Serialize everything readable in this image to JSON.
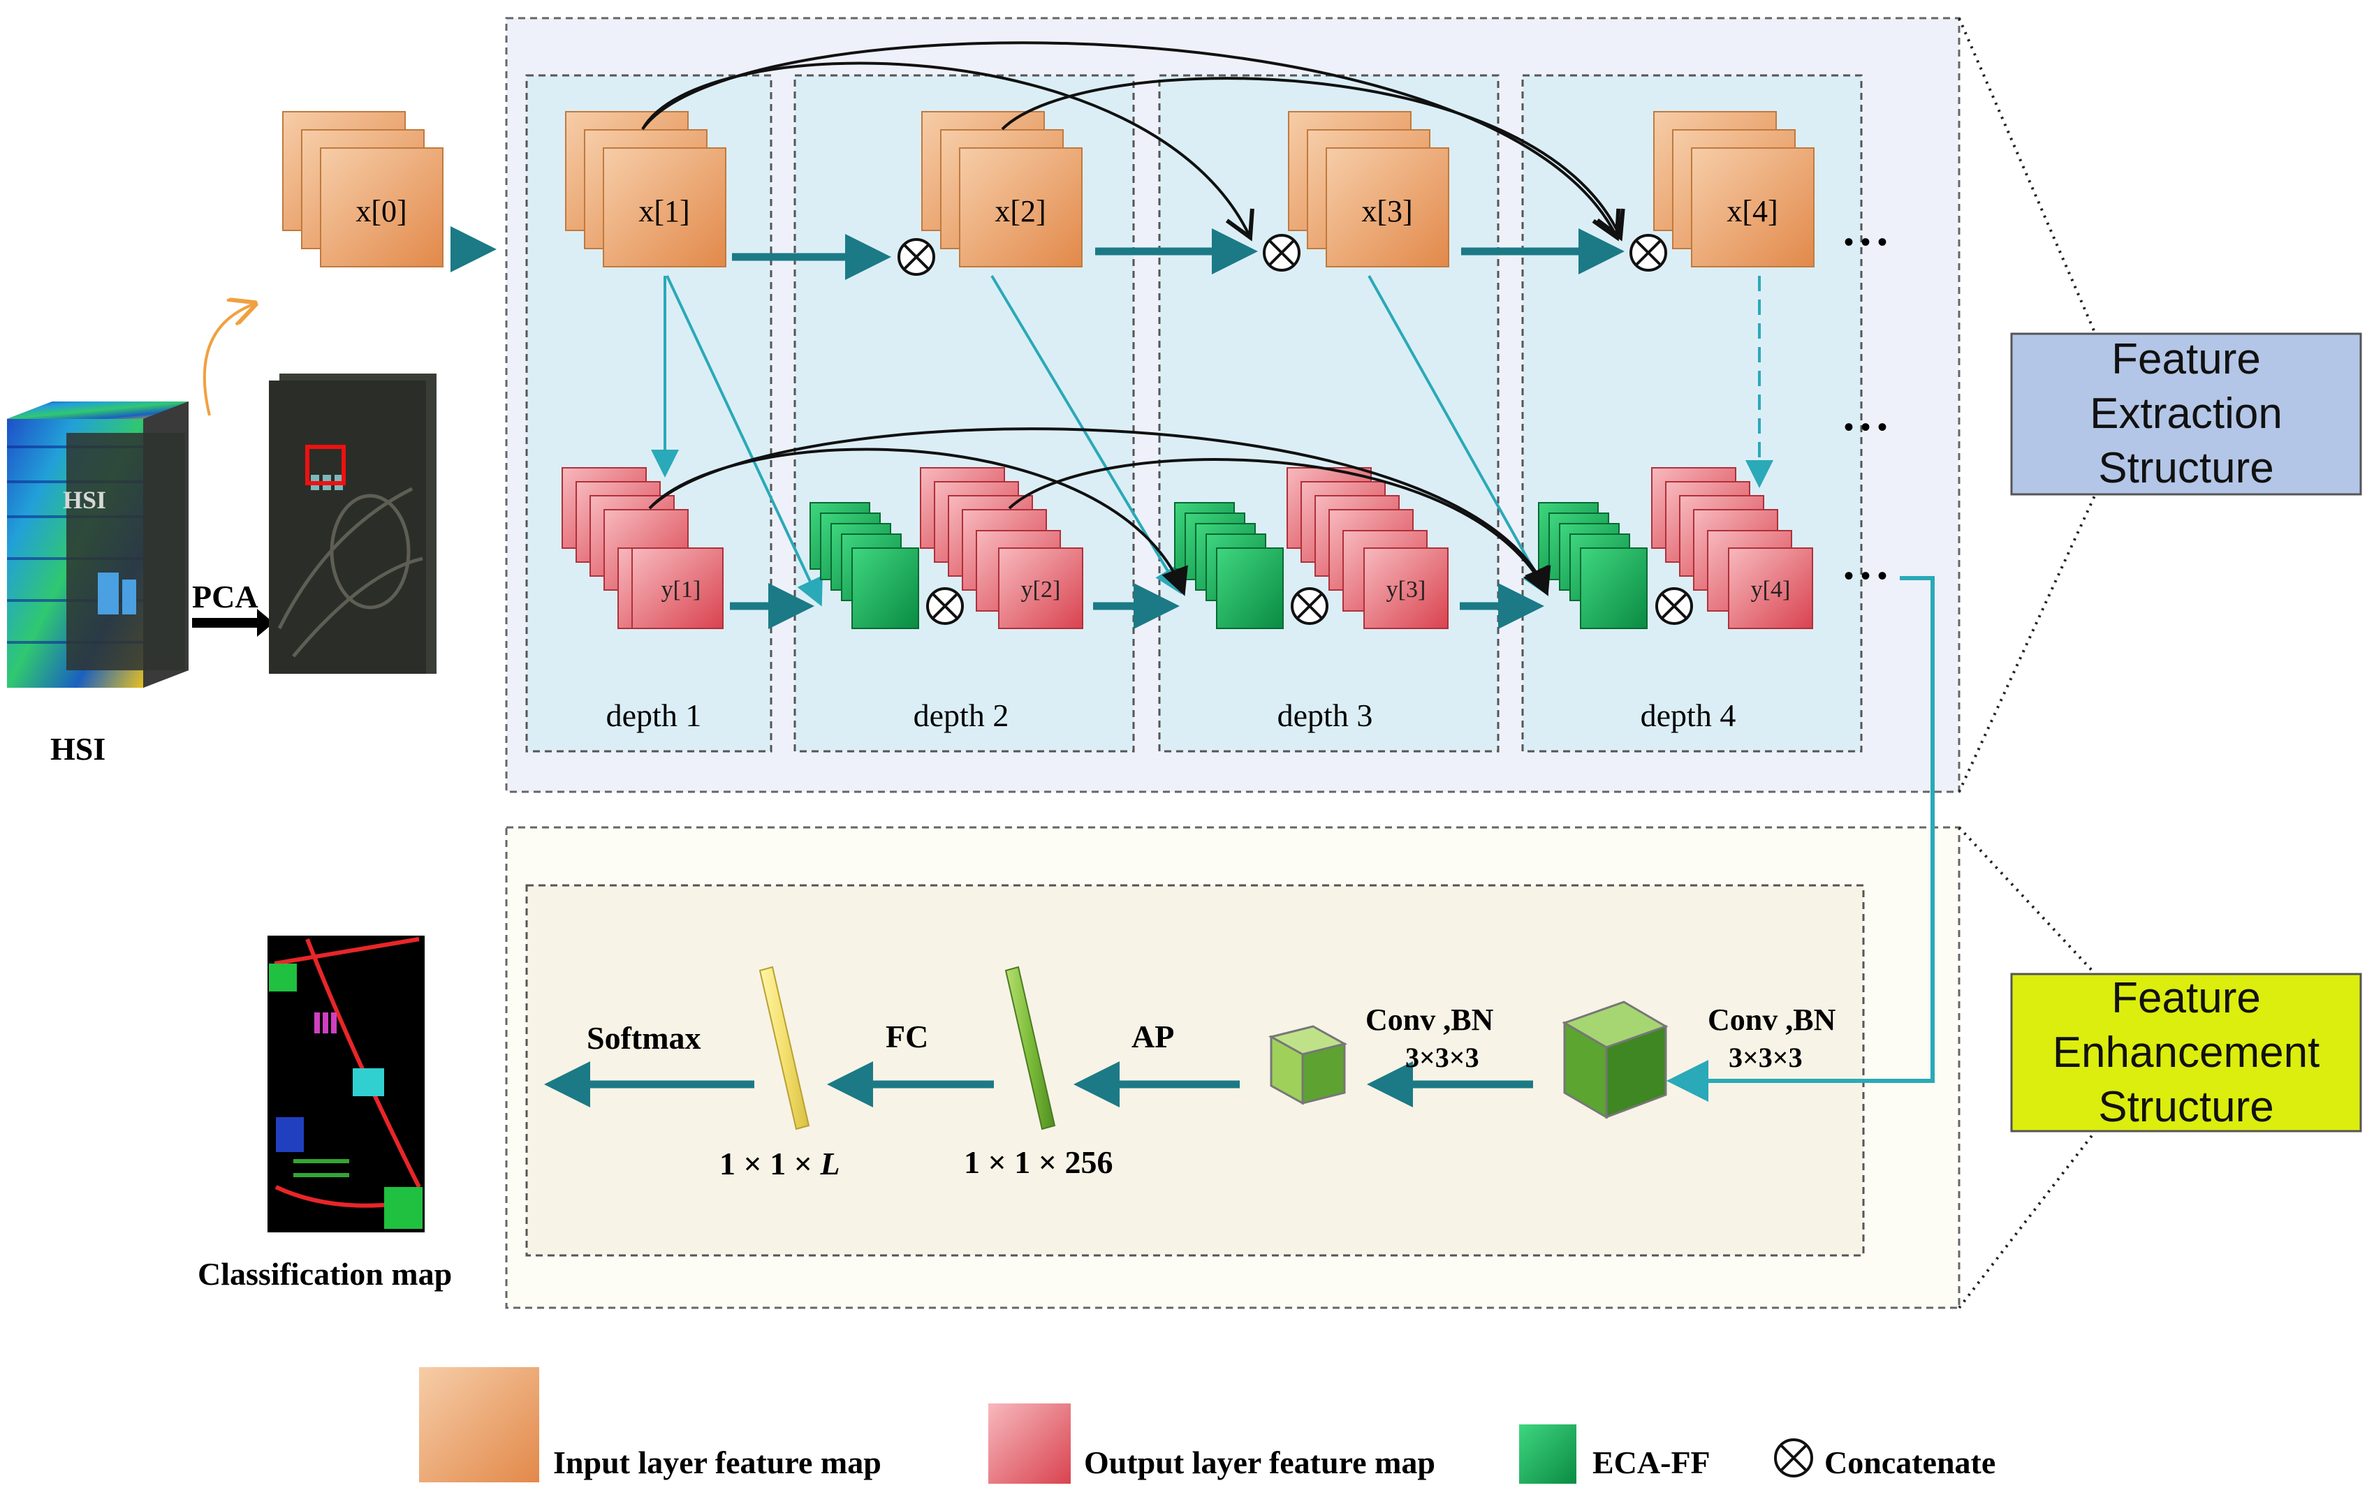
{
  "colors": {
    "teal": "#1b7a86",
    "thin_teal": "#2aa9b8",
    "orange_light": "#f6c9a3",
    "orange_dark": "#e28d4c",
    "red_light": "#f6b4b9",
    "red_dark": "#db4a55",
    "green_light": "#41d27d",
    "green_dark": "#0a8f45",
    "extraction_panel_bg": "#eef1f9",
    "depth_bg": "#dbeef6",
    "enhancement_panel_bg": "#fdfdf5",
    "enhancement_inner_bg": "#f8f3e7",
    "fe_label_bg": "#b3c6e7",
    "en_label_bg": "#dcee0e",
    "selection_box": "#ee1111",
    "orange_arrow": "#f0a040"
  },
  "input": {
    "hsi_cube_label": "HSI",
    "hsi_caption": "HSI",
    "pca_label": "PCA"
  },
  "extraction": {
    "x0": "x[0]",
    "x_labels": [
      "x[1]",
      "x[2]",
      "x[3]",
      "x[4]"
    ],
    "y_labels": [
      "y[1]",
      "y[2]",
      "y[3]",
      "y[4]"
    ],
    "depth_labels": [
      "depth 1",
      "depth 2",
      "depth 3",
      "depth 4"
    ],
    "ellipsis": "• • •"
  },
  "enhancement": {
    "conv1_line1": "Conv ,BN",
    "conv1_line2": "3×3×3",
    "conv2_line1": "Conv ,BN",
    "conv2_line2": "3×3×3",
    "ap": "AP",
    "fc": "FC",
    "softmax": "Softmax",
    "dim_ap_prefix": "1 × 1 × ",
    "dim_ap_value": "256",
    "dim_fc_prefix": "1 × 1 × ",
    "dim_fc_value": "L"
  },
  "output": {
    "classification_caption": "Classification map"
  },
  "labels": {
    "feature_extraction": [
      "Feature",
      "Extraction",
      "Structure"
    ],
    "feature_enhancement": [
      "Feature",
      "Enhancement",
      "Structure"
    ]
  },
  "legend": {
    "input_map": "Input layer feature map",
    "output_map": "Output layer feature map",
    "eca": "ECA-FF",
    "concat_symbol": "⊗",
    "concat": "Concatenate"
  }
}
